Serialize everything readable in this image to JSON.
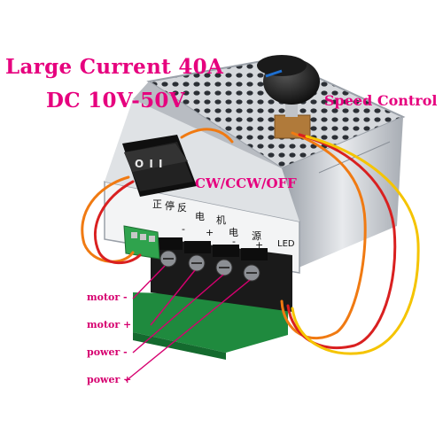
{
  "headline": {
    "line1": "Large Current 40A",
    "line2": "DC 10V-50V"
  },
  "callouts": {
    "speed_control": "Speed Control",
    "direction_switch": "CW/CCW/OFF"
  },
  "switch_glyph": "O I I",
  "panel_labels": [
    "正",
    "停",
    "反",
    "电",
    "机",
    "电",
    "源",
    "LED"
  ],
  "panel_signs": [
    "-",
    "+",
    "-",
    "+"
  ],
  "wire_labels": [
    "motor -",
    "motor +",
    "power -",
    "power +"
  ],
  "colors": {
    "accent": "#e6007e",
    "pcb": "#1f8a3e",
    "terminal": "#1a1a1a",
    "case": "#c9ccd1",
    "wire_red": "#d92020",
    "wire_orange": "#f07a12",
    "wire_yellow": "#f5c400"
  }
}
